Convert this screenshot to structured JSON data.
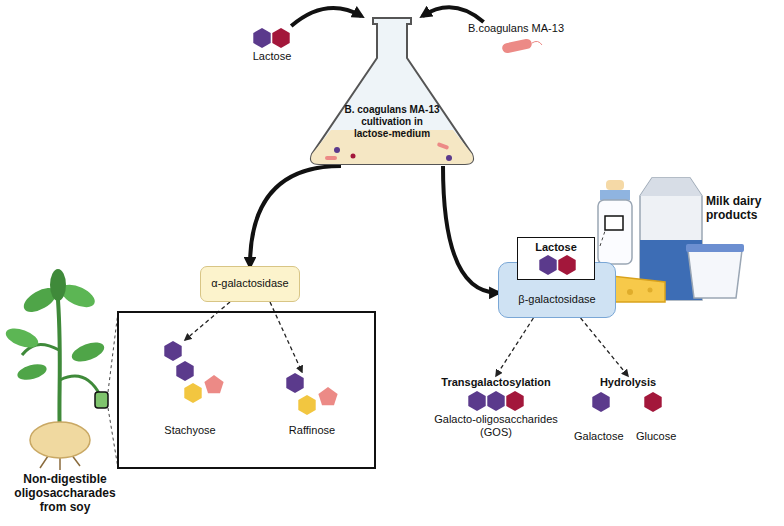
{
  "diagram": {
    "nodes": [
      {
        "text": [
          "B. coagulans MA-13 cultivation in lactose-medium"
        ]
      },
      {
        "text": [
          "Lactose"
        ]
      },
      {
        "text": [
          "B.coagulans MA-13"
        ]
      },
      {
        "text": [
          "α-galactosidase"
        ]
      },
      {
        "text": [
          "β-galactosidase"
        ]
      },
      {
        "text": [
          "Lactose"
        ],
        "in": 4
      },
      {
        "text": [
          "Transgalactosylation",
          "Galacto-oligosaccharides (GOS)"
        ]
      },
      {
        "text": [
          "Hydrolysis"
        ]
      },
      {
        "text": [
          "Stachyose"
        ]
      },
      {
        "text": [
          "Raffinose"
        ]
      },
      {
        "text": [
          "Milk dairy products"
        ]
      },
      {
        "text": [
          "Non-digestible oligosaccharades from soy"
        ]
      }
    ],
    "edges": [
      {
        "from": 1,
        "to": 0,
        "arrow": "to"
      },
      {
        "from": 2,
        "to": 0,
        "arrow": "to"
      },
      {
        "from": 0,
        "to": 3,
        "arrow": "to"
      },
      {
        "from": 0,
        "to": 4,
        "arrow": "to"
      },
      {
        "from": 3,
        "to": 8,
        "arrow": "to"
      },
      {
        "from": 3,
        "to": 9,
        "arrow": "to"
      },
      {
        "from": 4,
        "to": 6,
        "arrow": "to"
      },
      {
        "from": 4,
        "to": 7,
        "arrow": "to"
      }
    ],
    "labels": [
      "Galactose",
      "Glucose"
    ]
  }
}
